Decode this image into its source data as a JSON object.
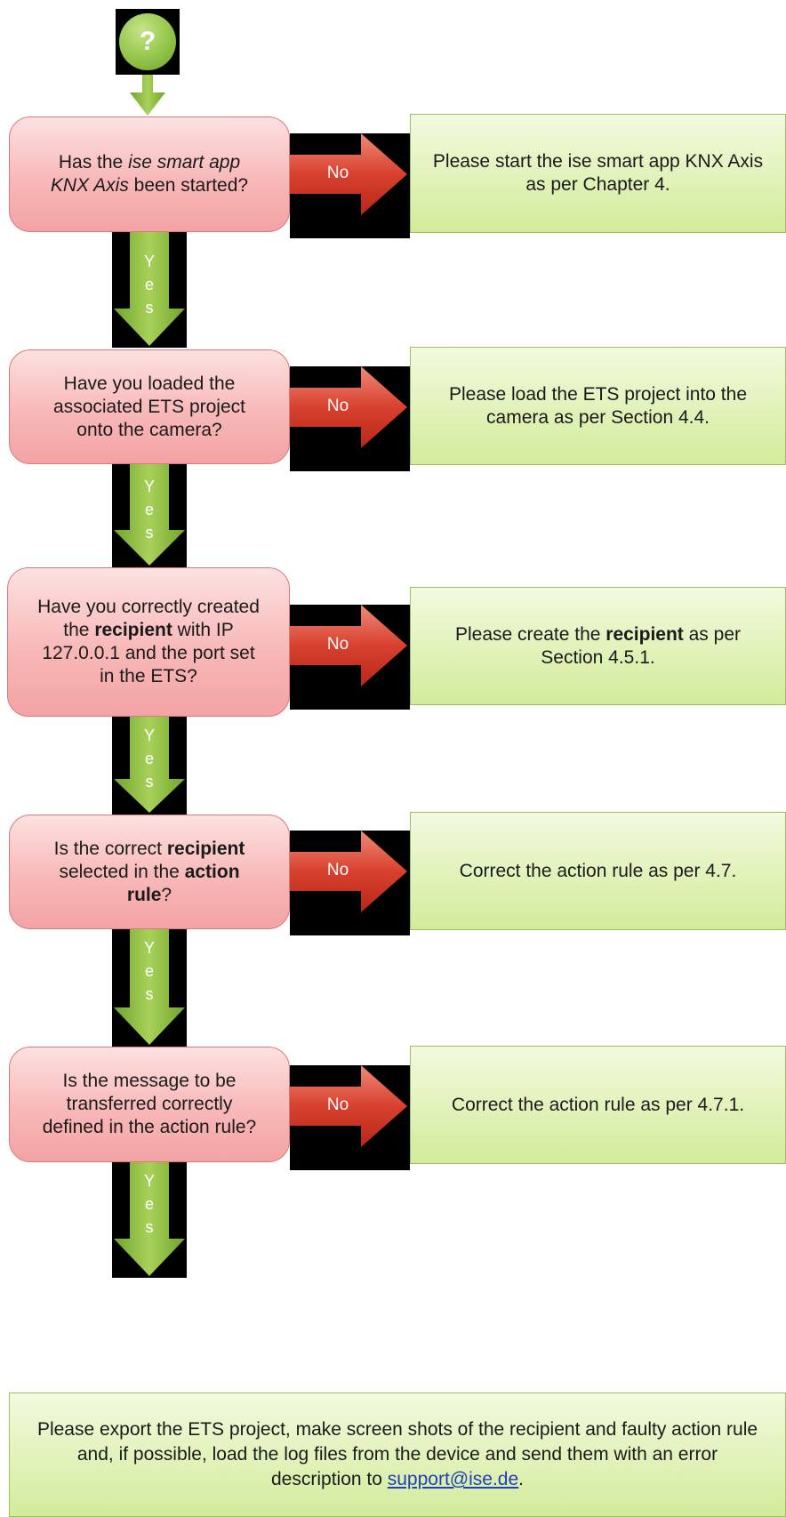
{
  "start": {
    "symbol": "?"
  },
  "steps": [
    {
      "question": [
        {
          "t": "Has the "
        },
        {
          "t": "ise smart app KNX Axis",
          "s": "i"
        },
        {
          "t": " been started?"
        }
      ],
      "no_label": "No",
      "answer": [
        {
          "t": "Please start the ise smart app KNX Axis as per Chapter 4."
        }
      ],
      "yes_letters": [
        "Y",
        "e",
        "s"
      ]
    },
    {
      "question": [
        {
          "t": "Have you loaded the associated ETS project onto the camera?"
        }
      ],
      "no_label": "No",
      "answer": [
        {
          "t": "Please load the ETS project into the camera as per Section 4.4."
        }
      ],
      "yes_letters": [
        "Y",
        "e",
        "s"
      ]
    },
    {
      "question": [
        {
          "t": "Have you correctly created the "
        },
        {
          "t": "recipient",
          "s": "b"
        },
        {
          "t": " with IP 127.0.0.1 and the port set in the ETS?"
        }
      ],
      "no_label": "No",
      "answer": [
        {
          "t": "Please create the "
        },
        {
          "t": "recipient",
          "s": "b"
        },
        {
          "t": " as per Section 4.5.1."
        }
      ],
      "yes_letters": [
        "Y",
        "e",
        "s"
      ]
    },
    {
      "question": [
        {
          "t": "Is the correct "
        },
        {
          "t": "recipient",
          "s": "b"
        },
        {
          "t": " selected in the "
        },
        {
          "t": "action rule",
          "s": "b"
        },
        {
          "t": "?"
        }
      ],
      "no_label": "No",
      "answer": [
        {
          "t": "Correct the action rule as per 4.7."
        }
      ],
      "yes_letters": [
        "Y",
        "e",
        "s"
      ]
    },
    {
      "question": [
        {
          "t": "Is the message to be transferred correctly defined in the action rule?"
        }
      ],
      "no_label": "No",
      "answer": [
        {
          "t": "Correct the action rule as per 4.7.1."
        }
      ],
      "yes_letters": [
        "Y",
        "e",
        "s"
      ]
    }
  ],
  "final": {
    "text": "Please export the ETS project, make screen shots of the recipient and faulty action rule and, if possible, load the log files from the device and send them with an error description to ",
    "link": "support@ise.de",
    "end": "."
  }
}
